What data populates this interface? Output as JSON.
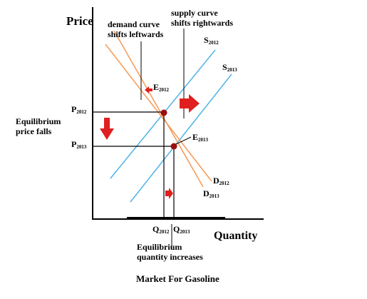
{
  "axes": {
    "y_label": "Price",
    "x_label": "Quantity"
  },
  "annotations": {
    "demand_shift": [
      "demand curve",
      "shifts leftwards"
    ],
    "supply_shift": [
      "supply curve",
      "shifts rightwards"
    ],
    "price_falls": [
      "Equilibrium",
      "price falls"
    ],
    "quantity_increases": [
      "Equilibrium",
      "quantity increases"
    ]
  },
  "curves": {
    "s2012": {
      "letter": "S",
      "year": "2012"
    },
    "s2013": {
      "letter": "S",
      "year": "2013"
    },
    "d2012": {
      "letter": "D",
      "year": "2012"
    },
    "d2013": {
      "letter": "D",
      "year": "2013"
    }
  },
  "points": {
    "e2012": {
      "letter": "E",
      "year": "2012"
    },
    "e2013": {
      "letter": "E",
      "year": "2013"
    }
  },
  "price_levels": {
    "p2012": {
      "letter": "P",
      "year": "2012"
    },
    "p2013": {
      "letter": "P",
      "year": "2013"
    }
  },
  "quantity_levels": {
    "q2012": {
      "letter": "Q",
      "year": "2012"
    },
    "q2013": {
      "letter": "Q",
      "year": "2013"
    }
  },
  "caption": "Market For Gasoline",
  "colors": {
    "supply": "#4fb3e8",
    "demand": "#f59a55",
    "arrow": "#e02020",
    "point": "#9b0e0e",
    "axis": "#000000"
  }
}
